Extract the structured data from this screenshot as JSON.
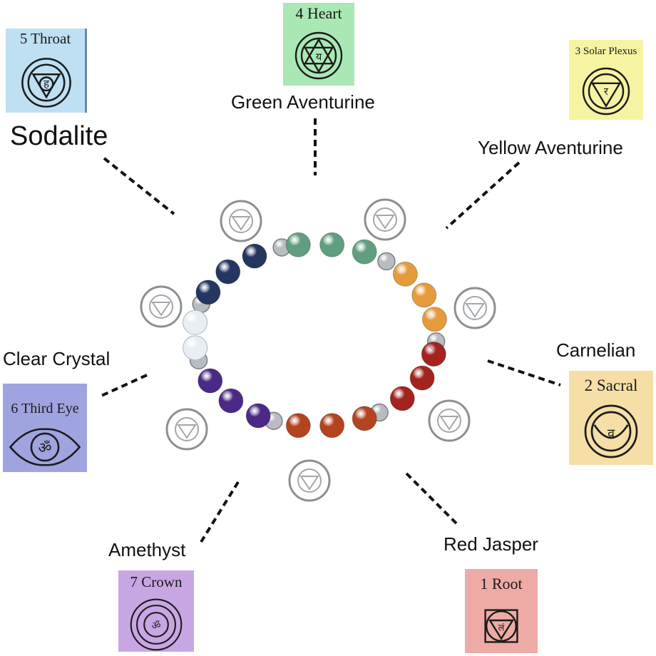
{
  "chakras": [
    {
      "id": "throat",
      "title": "5 Throat",
      "stone": "Sodalite",
      "color": "#bfe0f3"
    },
    {
      "id": "heart",
      "title": "4 Heart",
      "stone": "Green Aventurine",
      "color": "#a9e8b4"
    },
    {
      "id": "solar",
      "title": "3 Solar Plexus",
      "stone": "Yellow Aventurine",
      "color": "#f6f3a3"
    },
    {
      "id": "sacral",
      "title": "2 Sacral",
      "stone": "Carnelian",
      "color": "#f5dfa6"
    },
    {
      "id": "root",
      "title": "1 Root",
      "stone": "Red Jasper",
      "color": "#eeaaa4"
    },
    {
      "id": "crown",
      "title": "7 Crown",
      "stone": "Amethyst",
      "color": "#c8a6e3"
    },
    {
      "id": "thirdeye",
      "title": "6 Third Eye",
      "stone": "Clear Crystal",
      "color": "#9fa3df"
    }
  ],
  "icons": {
    "throat": "throat-chakra-symbol",
    "heart": "heart-chakra-symbol",
    "solar": "solar-plexus-chakra-symbol",
    "sacral": "sacral-chakra-symbol",
    "root": "root-chakra-symbol",
    "crown": "crown-chakra-symbol",
    "thirdeye": "third-eye-chakra-symbol"
  },
  "bead_colors": {
    "sodalite": "#23365f",
    "green_aventurine": "#5f9e7e",
    "yellow_aventurine": "#e59a3c",
    "carnelian": "#a3241e",
    "red_jasper": "#b4431f",
    "amethyst": "#4a2a86",
    "clear_crystal": "#e8eef4",
    "silver": "#b9bcc0"
  }
}
